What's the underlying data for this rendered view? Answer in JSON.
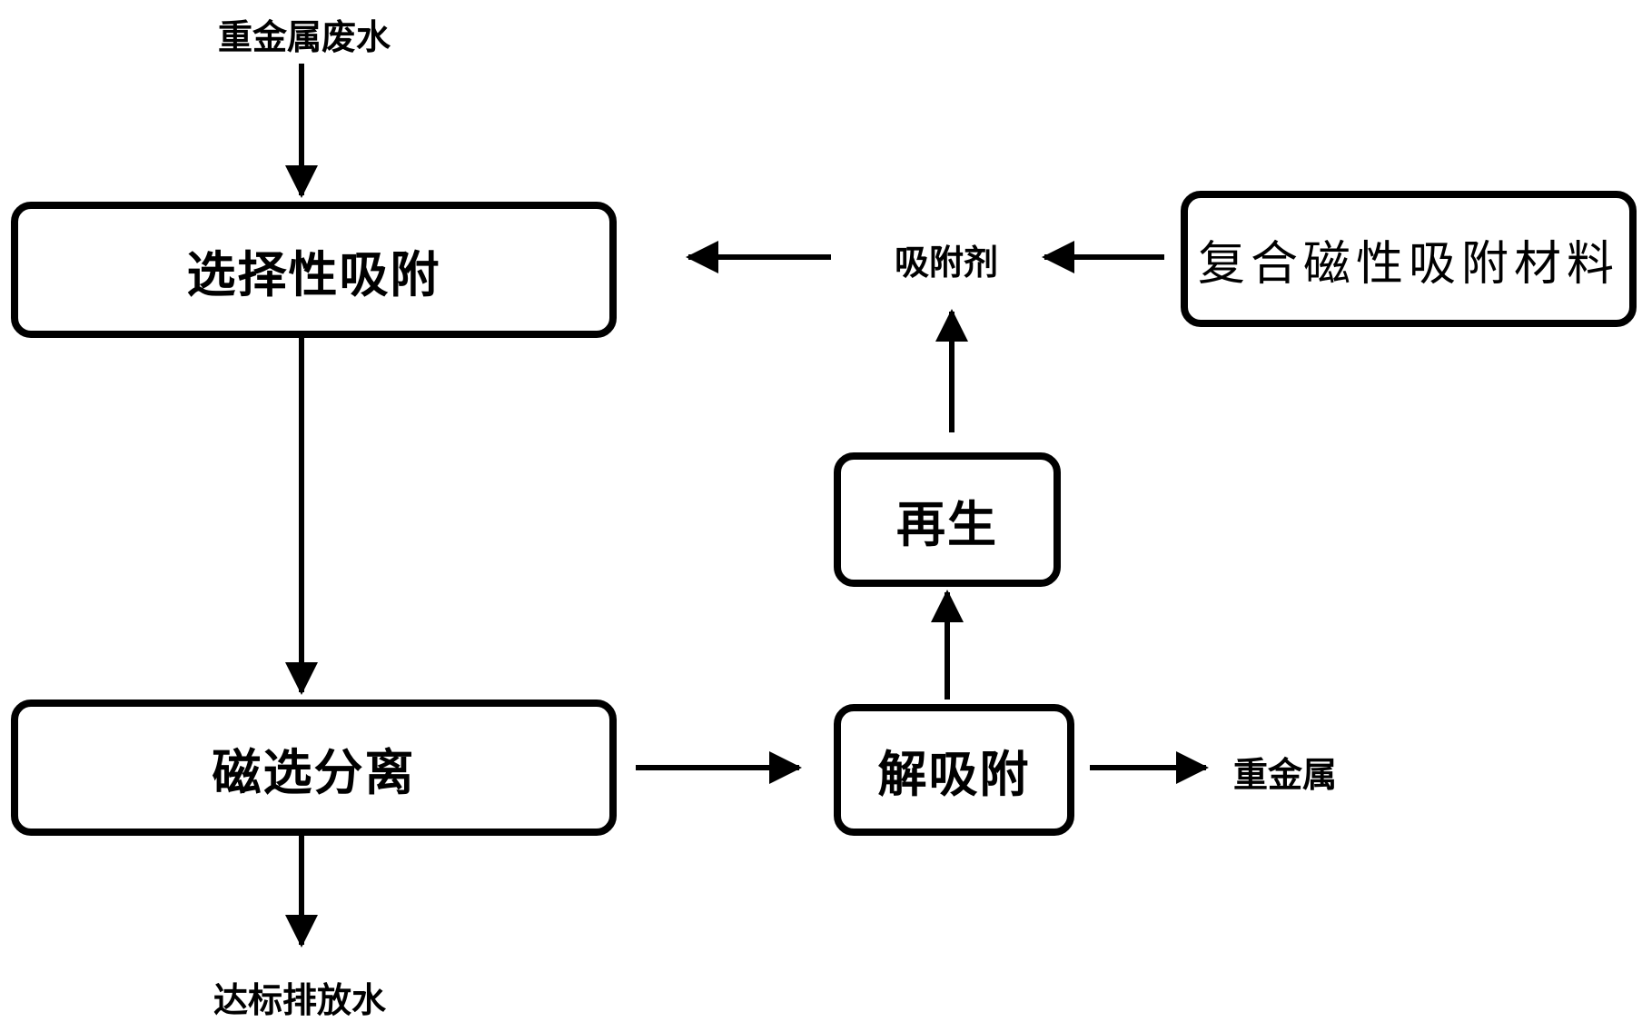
{
  "labels": {
    "input": "重金属废水",
    "output": "达标排放水",
    "adsorbent": "吸附剂",
    "metal": "重金属"
  },
  "boxes": {
    "adsorption": "选择性吸附",
    "separation": "磁选分离",
    "desorption": "解吸附",
    "regeneration": "再生",
    "material": "复合磁性吸附材料"
  },
  "colors": {
    "line": "#000000",
    "background": "#ffffff"
  }
}
